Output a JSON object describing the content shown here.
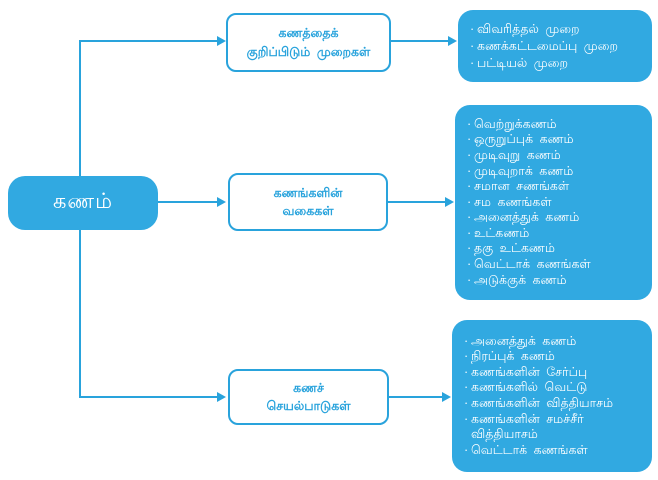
{
  "diagram": {
    "colors": {
      "accent": "#29A3DC",
      "box_fill": "#31A9E1",
      "background": "#FFFFFF",
      "text_on_fill": "#FFFFFF"
    },
    "bullet_char": "·",
    "root": {
      "label": "கணம்"
    },
    "branches": [
      {
        "node": {
          "line1": "கணத்தைக்",
          "line2": "குறிப்பிடும் முறைகள்"
        },
        "items": [
          "விவரித்தல் முறை",
          "கணக்கட்டமைப்பு முறை",
          "பட்டியல் முறை"
        ]
      },
      {
        "node": {
          "line1": "கணங்களின்",
          "line2": "வகைகள்"
        },
        "items": [
          "வெற்றுக்கணம்",
          "ஒருறுப்புக் கணம்",
          "முடிவுறு கணம்",
          "முடிவுறாக் கணம்",
          "சமான சணங்கள்",
          "சம கணங்கள்",
          "அனைத்துக் கணம்",
          "உட்கணம்",
          "தகு உட்கணம்",
          "வெட்டாக் கணங்கள்",
          "அடுக்குக் கணம்"
        ]
      },
      {
        "node": {
          "line1": "கணச்",
          "line2": "செயல்பாடுகள்"
        },
        "items": [
          "அனைத்துக் கணம்",
          "நிரப்புக் கணம்",
          "கணங்களின் சேர்ப்பு",
          "கணங்களில் வெட்டு",
          "கணங்களின் வித்தியாசம்",
          "கணங்களின் சமச்சீர் வித்தியாசம்",
          "வெட்டாக் கணங்கள்"
        ]
      }
    ]
  }
}
